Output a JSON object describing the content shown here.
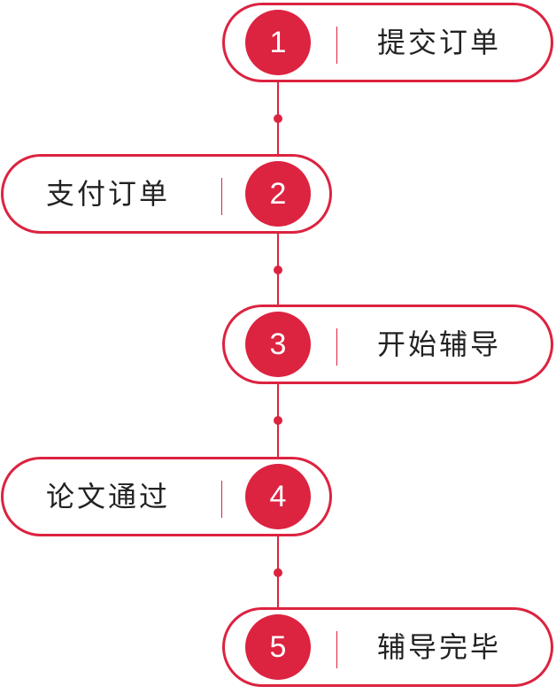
{
  "accent_color": "#dc2340",
  "steps": [
    {
      "number": "1",
      "label": "提交订单",
      "side": "right"
    },
    {
      "number": "2",
      "label": "支付订单",
      "side": "left"
    },
    {
      "number": "3",
      "label": "开始辅导",
      "side": "right"
    },
    {
      "number": "4",
      "label": "论文通过",
      "side": "left"
    },
    {
      "number": "5",
      "label": "辅导完毕",
      "side": "right"
    }
  ]
}
